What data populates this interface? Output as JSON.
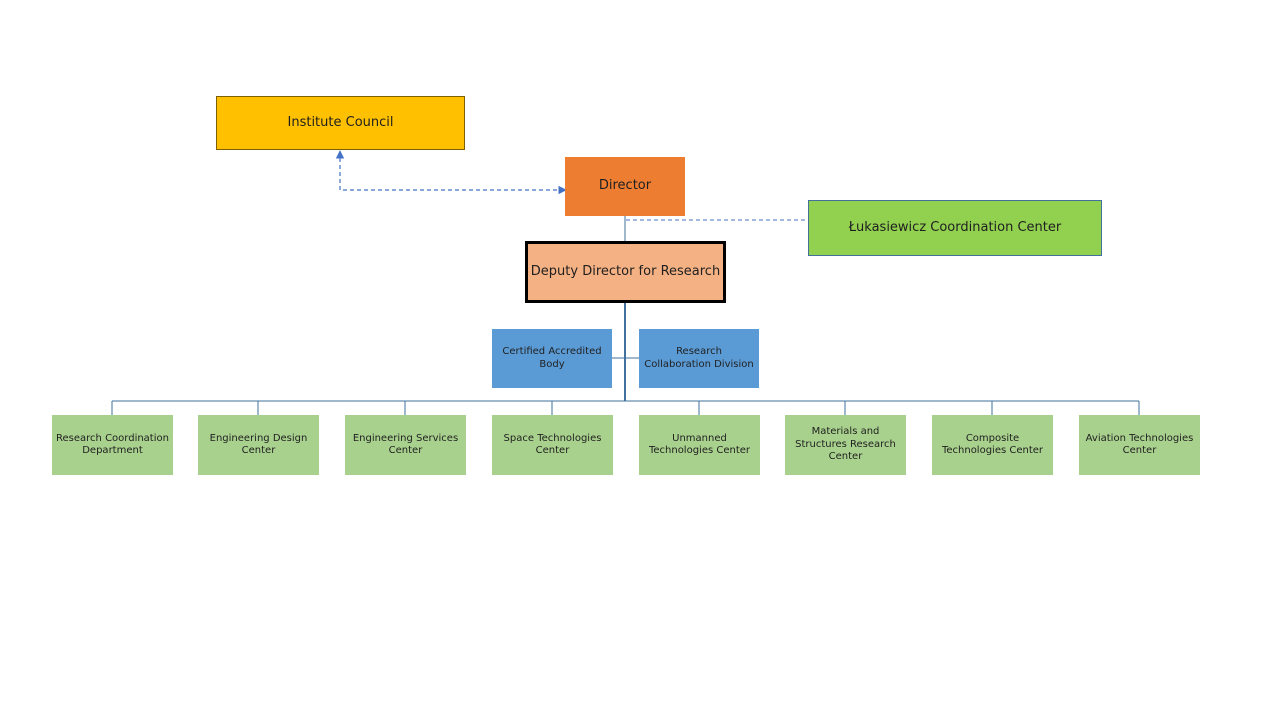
{
  "org_chart": {
    "institute_council": "Institute Council",
    "director": "Director",
    "lukasiewicz_center": "Łukasiewicz Coordination Center",
    "deputy_director": "Deputy Director for Research",
    "staff_units": [
      "Certified Accredited Body",
      "Research Collaboration Division"
    ],
    "units": [
      "Research Coordination Department",
      "Engineering Design Center",
      "Engineering Services Center",
      "Space Technologies Center",
      "Unmanned Technologies Center",
      "Materials and Structures Research Center",
      "Composite Technologies Center",
      "Aviation Technologies Center"
    ],
    "colors": {
      "council": "#ffc000",
      "director": "#ed7d31",
      "lukasiewicz": "#92d050",
      "deputy": "#f4b183",
      "staff": "#5b9bd5",
      "units": "#a9d18e",
      "connector": "#4472c4"
    }
  }
}
